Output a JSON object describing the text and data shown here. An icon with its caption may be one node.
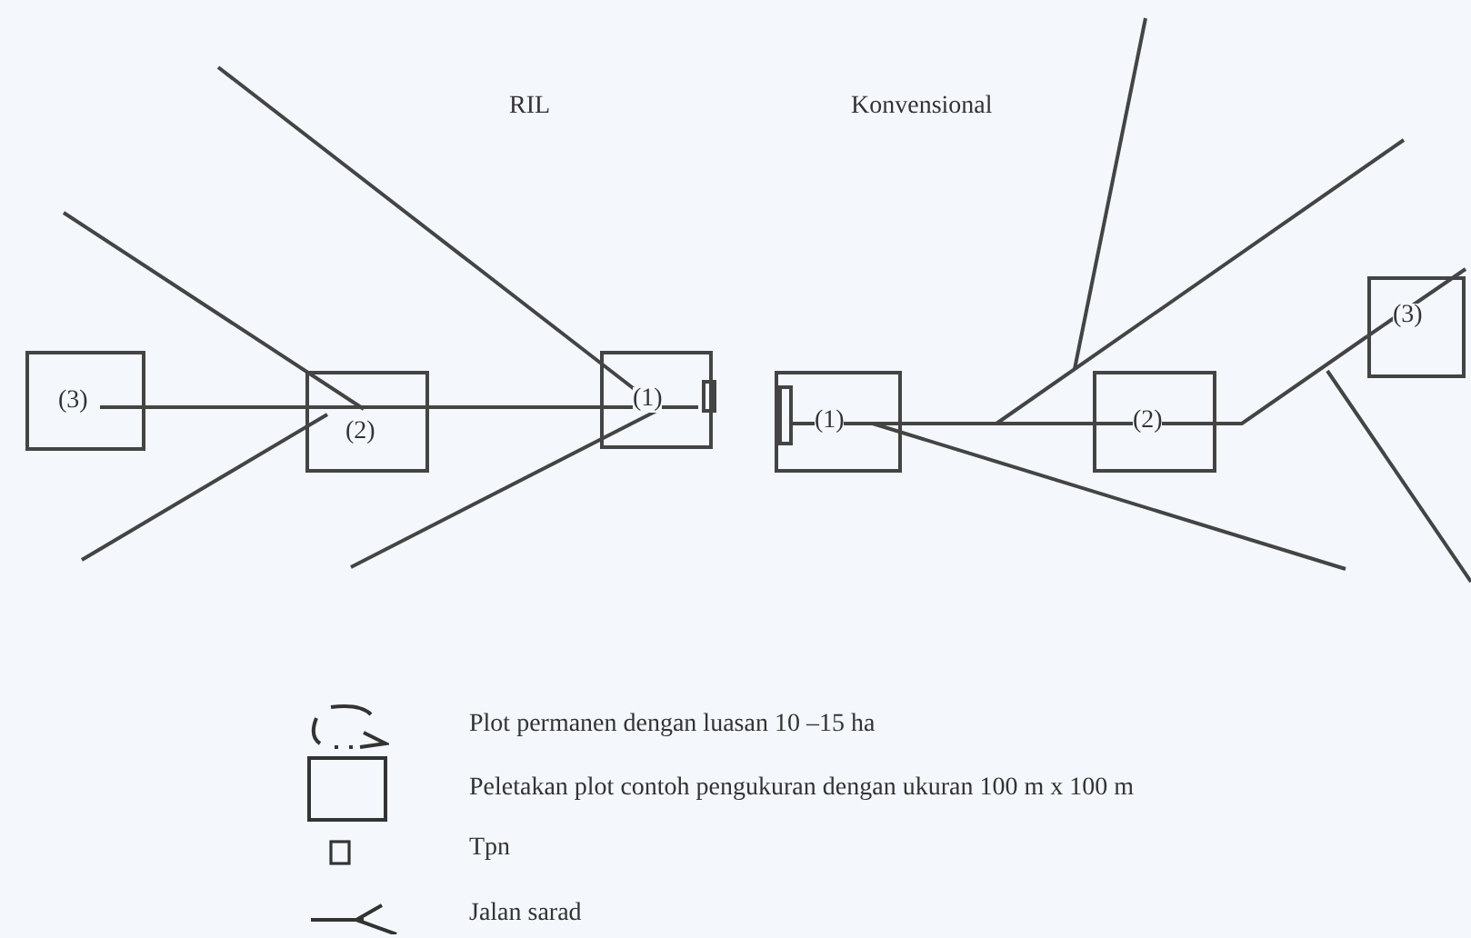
{
  "diagram": {
    "nodes": [
      {
        "text": [
          "(3)"
        ]
      },
      {
        "text": [
          "(2)"
        ]
      },
      {
        "text": [
          "(1)"
        ]
      },
      {
        "text": [],
        "shape": "box",
        "in": 2
      },
      {
        "text": [
          "(1)"
        ]
      },
      {
        "text": [],
        "shape": "box",
        "in": 4
      },
      {
        "text": [
          "(2)"
        ]
      },
      {
        "text": [
          "(3)"
        ]
      }
    ],
    "edges": [
      {
        "from": 0,
        "to": 1,
        "arrow": "none"
      },
      {
        "from": 1,
        "to": 3,
        "arrow": "none"
      },
      {
        "from": 5,
        "to": 6,
        "arrow": "none"
      },
      {
        "from": 6,
        "to": 7,
        "arrow": "none"
      }
    ],
    "labels": [
      "RIL",
      "Konvensional"
    ],
    "legend": [
      {
        "text": "Plot permanen dengan luasan 10 –15 ha"
      },
      {
        "text": "Peletakan plot contoh pengukuran dengan ukuran 100 m x 100 m"
      },
      {
        "text": "Tpn"
      },
      {
        "text": "Jalan sarad"
      }
    ]
  }
}
